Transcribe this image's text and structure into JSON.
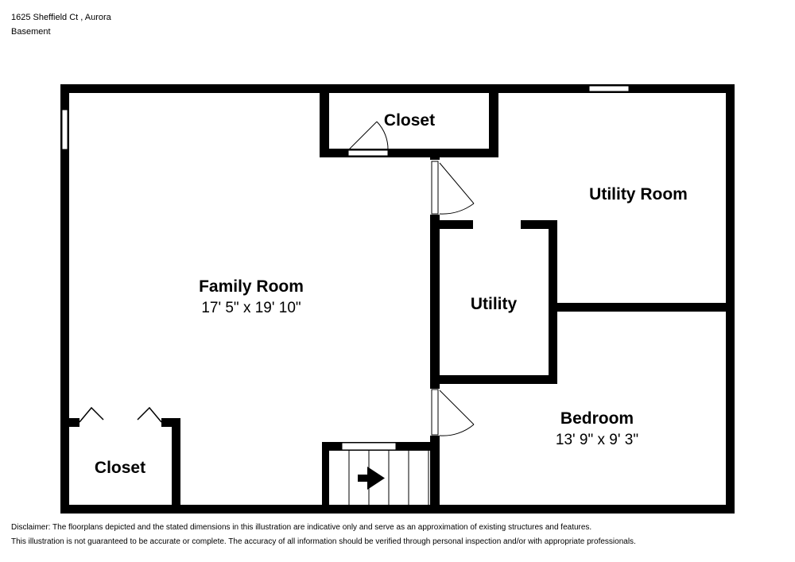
{
  "header": {
    "address": "1625 Sheffield Ct , Aurora",
    "level": "Basement"
  },
  "rooms": {
    "family_room": {
      "name": "Family Room",
      "dims": "17' 5\" x 19' 10\""
    },
    "top_closet": {
      "name": "Closet"
    },
    "utility_room": {
      "name": "Utility Room"
    },
    "utility": {
      "name": "Utility"
    },
    "bedroom": {
      "name": "Bedroom",
      "dims": "13' 9\" x 9' 3\""
    },
    "bottom_closet": {
      "name": "Closet"
    }
  },
  "disclaimer": {
    "line1": "Disclaimer: The floorplans depicted and the stated dimensions in this illustration are indicative only and serve as an approximation of existing structures and features.",
    "line2": "This illustration is not guaranteed to be accurate or complete. The accuracy of all information should be verified through personal inspection and/or with appropriate professionals."
  },
  "colors": {
    "wall": "#000000",
    "background": "#ffffff"
  }
}
